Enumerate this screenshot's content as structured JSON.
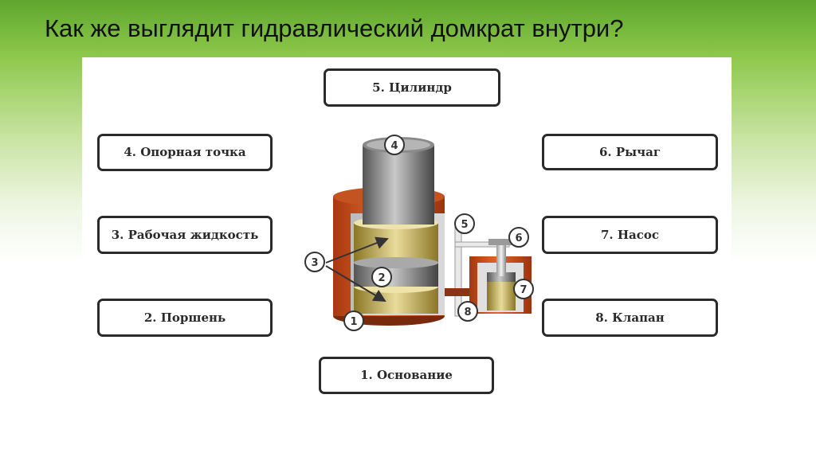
{
  "slide": {
    "title": "Как же выглядит гидравлический домкрат внутри?"
  },
  "labels": {
    "cylinder": "5. Цилиндр",
    "support_point": "4. Опорная точка",
    "lever": "6. Рычаг",
    "working_fluid": "3. Рабочая жидкость",
    "pump": "7. Насос",
    "piston": "2. Поршень",
    "valve": "8. Клапан",
    "base": "1. Основание"
  },
  "markers": [
    "1",
    "2",
    "3",
    "4",
    "5",
    "6",
    "7",
    "8"
  ]
}
